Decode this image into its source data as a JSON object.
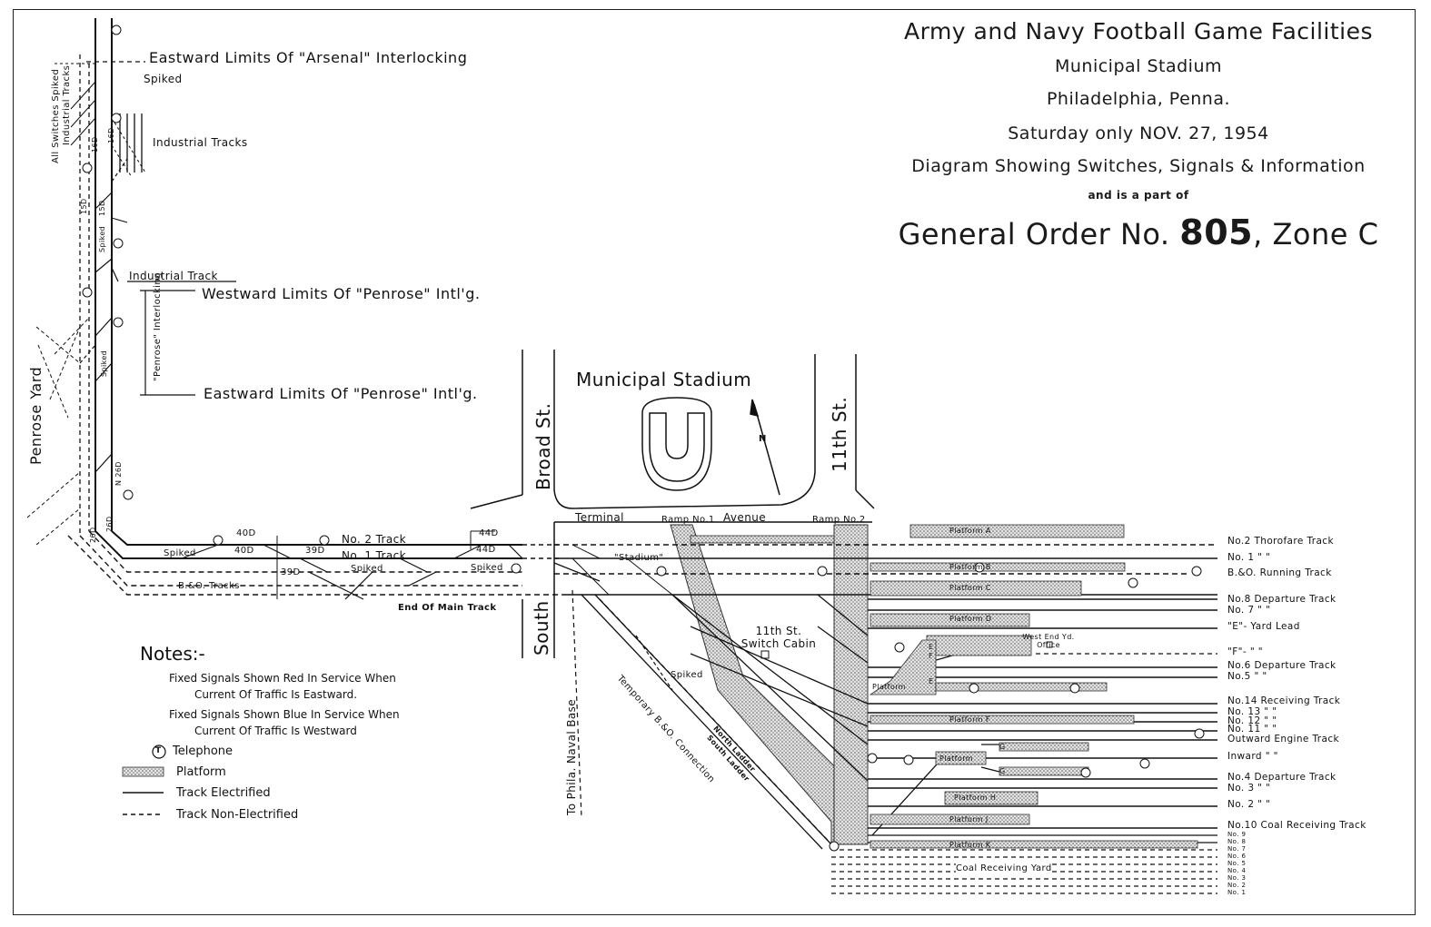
{
  "header": {
    "line1": "Army and Navy Football Game Facilities",
    "line2": "Municipal Stadium",
    "line3": "Philadelphia, Penna.",
    "line4_prefix": "Saturday",
    "line4_date": "only NOV. 27, 1954",
    "line5": "Diagram Showing Switches, Signals & Information",
    "line6": "and is a part of",
    "line7_prefix": "General Order No.",
    "line7_number": "805",
    "line7_suffix": ", Zone C"
  },
  "left_labels": {
    "arsenal_limit": "Eastward Limits Of \"Arsenal\" Interlocking",
    "spiked_top": "Spiked",
    "all_switches": "All Switches Spiked",
    "industrial_tracks_vert": "Industrial Tracks",
    "industrial_tracks": "Industrial Tracks",
    "industrial_track": "Industrial Track",
    "westward_penrose": "Westward Limits Of \"Penrose\" Intl'g.",
    "eastward_penrose": "Eastward Limits Of \"Penrose\" Intl'g.",
    "penrose_interlocking": "\"Penrose\" Interlocking",
    "penrose_yard": "Penrose Yard",
    "spiked_vert": "Spiked",
    "spiked_vert2": "Spiked",
    "sig_16d_a": "16D",
    "sig_16d_b": "16D",
    "sig_15d_a": "15D",
    "sig_15d_b": "15D",
    "sig_26d": "26D",
    "sig_26d_b": "26D",
    "sig_n26d": "N 26D"
  },
  "streets": {
    "broad": "Broad St.",
    "south": "South",
    "eleventh": "11th St.",
    "terminal": "Terminal",
    "avenue": "Avenue",
    "ramp1": "Ramp No.1",
    "ramp2": "Ramp No.2",
    "stadium": "Municipal Stadium",
    "naval_base": "To Phila. Naval Base",
    "temp_bo": "Temporary B.&O. Connection",
    "north_ladder": "North Ladder",
    "south_ladder": "South Ladder",
    "stadium_sig": "\"Stadium\"",
    "switch_cabin": "11th St. Switch Cabin",
    "spiked_mid": "Spiked",
    "north_arrow": "N"
  },
  "main_tracks": {
    "no2": "No. 2 Track",
    "no1": "No. 1 Track",
    "spiked_a": "Spiked",
    "spiked_b": "Spiked",
    "spiked_c": "Spiked",
    "bo_tracks": "B.&O. Tracks",
    "end_main": "End Of Main Track",
    "sig_40d_a": "40D",
    "sig_40d_b": "40D",
    "sig_39d_a": "39D",
    "sig_39d_b": "39D",
    "sig_44d_a": "44D",
    "sig_44d_b": "44D"
  },
  "platforms": {
    "a": "Platform A",
    "b": "Platform B",
    "c": "Platform C",
    "d": "Platform D",
    "e": "Platform",
    "f": "Platform F",
    "g": "Platform",
    "h": "Platform H",
    "j": "Platform J",
    "k": "Platform K",
    "coal": "Coal Receiving Yard",
    "west_end": "West End Yd. Office",
    "label_e1": "E",
    "label_e2": "E",
    "label_f": "F",
    "label_g1": "G",
    "label_g2": "G"
  },
  "right_tracks": [
    {
      "label": "No.2 Thorofare Track"
    },
    {
      "label": "No. 1      \"       \""
    },
    {
      "label": "B.&O. Running Track"
    },
    {
      "label": "No.8 Departure Track"
    },
    {
      "label": "No. 7      \"       \""
    },
    {
      "label": "\"E\"- Yard Lead"
    },
    {
      "label": "\"F\"-    \"    \""
    },
    {
      "label": "No.6 Departure Track"
    },
    {
      "label": "No.5      \"       \""
    },
    {
      "label": "No.14 Receiving Track"
    },
    {
      "label": "No. 13    \"     \""
    },
    {
      "label": "No. 12    \"     \""
    },
    {
      "label": "No. 11    \"     \""
    },
    {
      "label": "Outward Engine Track"
    },
    {
      "label": "Inward      \"      \""
    },
    {
      "label": "No.4 Departure Track"
    },
    {
      "label": "No. 3     \"      \""
    },
    {
      "label": "No. 2     \"      \""
    },
    {
      "label": "No.10 Coal Receiving Track"
    },
    {
      "label": "No. 9"
    },
    {
      "label": "No. 8"
    },
    {
      "label": "No. 7"
    },
    {
      "label": "No. 6"
    },
    {
      "label": "No. 5"
    },
    {
      "label": "No. 4"
    },
    {
      "label": "No. 3"
    },
    {
      "label": "No. 2"
    },
    {
      "label": "No. 1"
    }
  ],
  "notes": {
    "title": "Notes:-",
    "n1a": "Fixed Signals Shown Red In Service When",
    "n1b": "Current Of Traffic Is Eastward.",
    "n2a": "Fixed Signals Shown Blue In Service When",
    "n2b": "Current Of Traffic Is Westward",
    "telephone": "Telephone",
    "telephone_symbol": "T",
    "platform": "Platform",
    "electrified": "Track Electrified",
    "non_electrified": "Track Non-Electrified"
  }
}
